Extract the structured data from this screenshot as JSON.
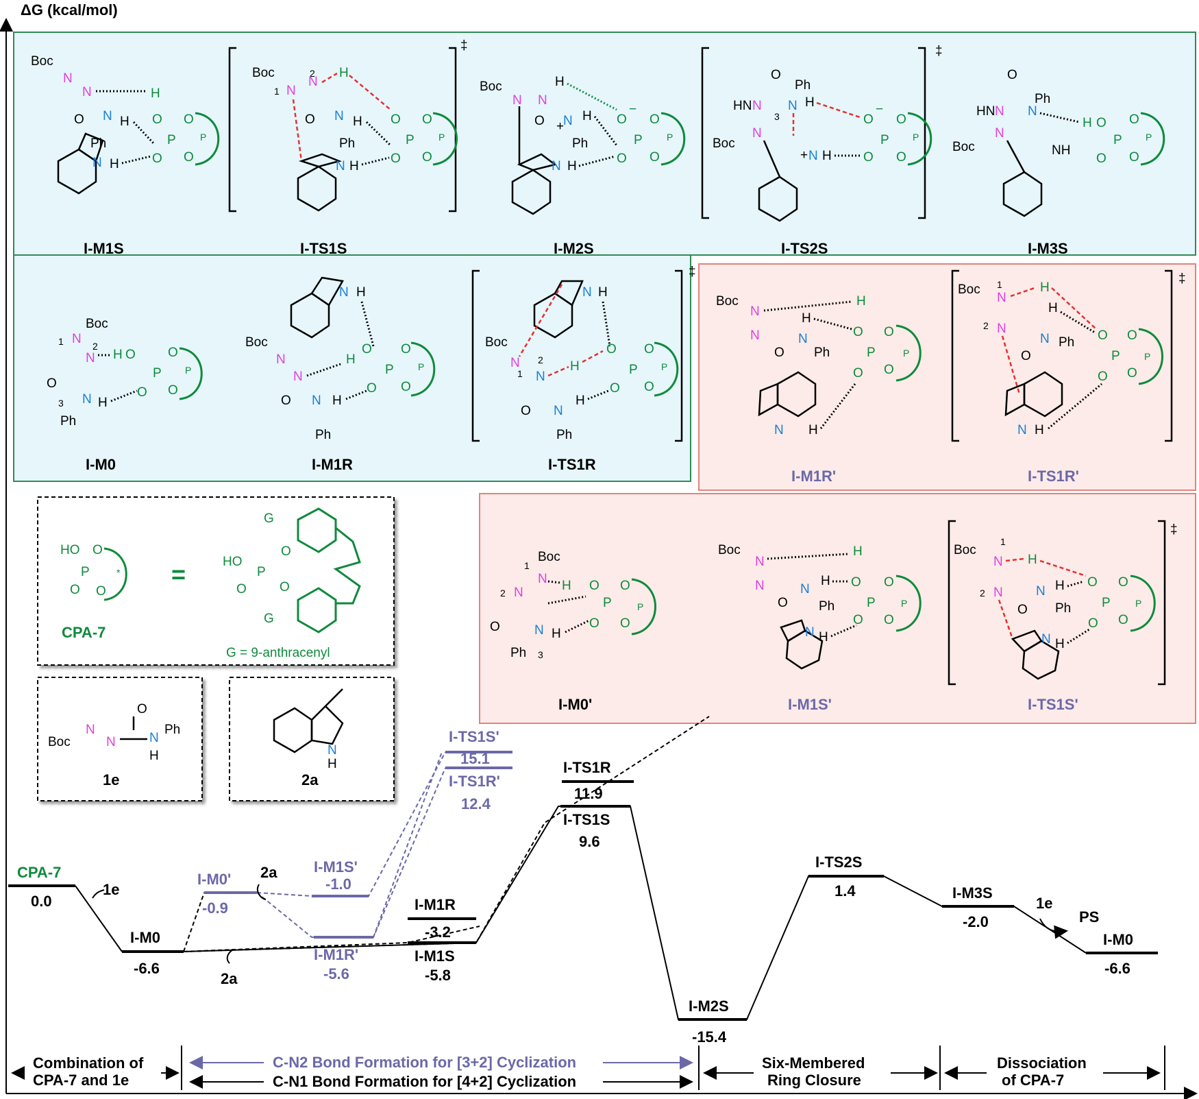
{
  "axis": {
    "ylabel": "ΔG (kcal/mol)"
  },
  "colors": {
    "black": "#000000",
    "purple": "#6b68a8",
    "green": "#0f8a3c",
    "panel_blue": "#e6f6fb",
    "panel_pink": "#fcebe8",
    "panel_green_border": "#2f8a55",
    "panel_pink_border": "#e2837e"
  },
  "structures": {
    "top_row": [
      "I-M1S",
      "I-TS1S",
      "I-M2S",
      "I-TS2S",
      "I-M3S"
    ],
    "mid_left": [
      "I-M0",
      "I-M1R",
      "I-TS1R"
    ],
    "mid_right": [
      "I-M1R'",
      "I-TS1R'"
    ],
    "low_right": [
      "I-M0'",
      "I-M1S'",
      "I-TS1S'"
    ],
    "ts_mark": "‡",
    "cpa_name": "CPA-7",
    "cpa_equals": "=",
    "cpa_note": "G = 9-anthracenyl",
    "cpa_g": "G",
    "cpa_ho": "HO",
    "cpa_o": "O",
    "cpa_p": "P",
    "cpa_star": "*",
    "reactant_1e": "1e",
    "reactant_2a": "2a",
    "r1e_boc": "Boc",
    "r1e_o": "O",
    "r1e_n": "N",
    "r1e_h": "H",
    "r1e_ph": "Ph",
    "r2a_n": "N",
    "r2a_h": "H",
    "boc": "Boc",
    "ph": "Ph",
    "n": "N",
    "h": "H",
    "o": "O",
    "p": "P",
    "nh": "NH",
    "hn": "HN",
    "minus": "−",
    "plus": "+",
    "n1": "1",
    "n2": "2",
    "n3": "3"
  },
  "profile": {
    "levels": [
      {
        "name": "CPA-7",
        "value": "0.0",
        "color": "green"
      },
      {
        "name": "I-M0",
        "value": "-6.6"
      },
      {
        "name": "I-M0'",
        "value": "-0.9",
        "color": "purple"
      },
      {
        "name": "I-M1S'",
        "value": "-1.0",
        "color": "purple"
      },
      {
        "name": "I-M1R'",
        "value": "-5.6",
        "color": "purple"
      },
      {
        "name": "I-TS1S'",
        "value": "15.1",
        "color": "purple"
      },
      {
        "name": "I-TS1R'",
        "value": "12.4",
        "color": "purple"
      },
      {
        "name": "I-M1R",
        "value": "-3.2"
      },
      {
        "name": "I-M1S",
        "value": "-5.8"
      },
      {
        "name": "I-TS1R",
        "value": "11.9"
      },
      {
        "name": "I-TS1S",
        "value": "9.6"
      },
      {
        "name": "I-M2S",
        "value": "-15.4"
      },
      {
        "name": "I-TS2S",
        "value": "1.4"
      },
      {
        "name": "I-M3S",
        "value": "-2.0"
      },
      {
        "name": "I-M0",
        "value": "-6.6"
      }
    ],
    "annotations": {
      "add_1e": "1e",
      "add_2a_a": "2a",
      "add_2a_b": "2a",
      "rel_1e": "1e",
      "ps": "PS"
    }
  },
  "stages": {
    "s1a": "Combination of",
    "s1b": "CPA-7 and 1e",
    "s2a": "C-N2 Bond Formation for [3+2] Cyclization",
    "s2b": "C-N1 Bond Formation for [4+2] Cyclization",
    "s3a": "Six-Membered",
    "s3b": "Ring Closure",
    "s4a": "Dissociation",
    "s4b": "of CPA-7"
  }
}
